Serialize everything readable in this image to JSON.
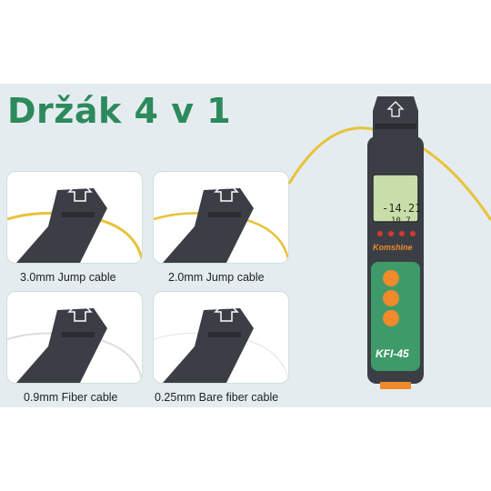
{
  "headline": "Držák 4 v 1",
  "cards": [
    {
      "caption": "3.0mm Jump cable",
      "cable_color": "#e8c23a"
    },
    {
      "caption": "2.0mm Jump cable",
      "cable_color": "#e8c23a"
    },
    {
      "caption": "0.9mm Fiber cable",
      "cable_color": "#f2f2f2"
    },
    {
      "caption": "0.25mm Bare fiber cable",
      "cable_color": "#f4f4f4"
    }
  ],
  "device": {
    "brand": "Komshine",
    "model": "KFI-45",
    "reading_main": "-14.21",
    "reading_sub": "10.7",
    "body_color": "#3b3f45",
    "panel_color": "#3f9a6a",
    "accent_color": "#f08a2a"
  },
  "colors": {
    "headline": "#2d8a5c",
    "background_panel": "#e4ecf0"
  }
}
